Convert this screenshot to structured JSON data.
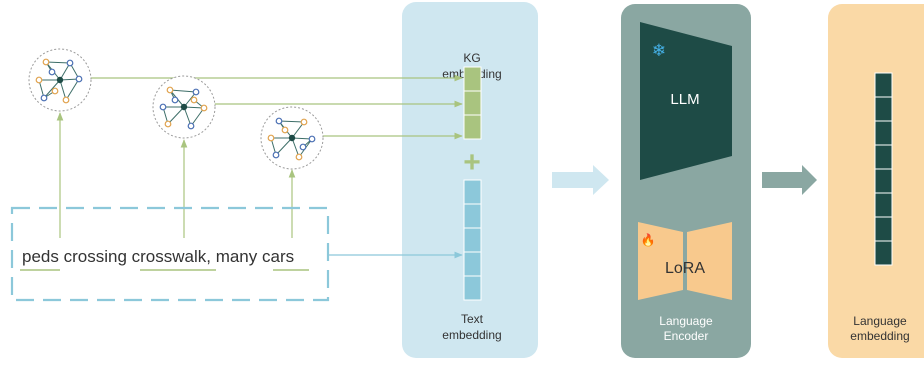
{
  "kg_panel": {
    "title_line1": "KG",
    "title_line2": "embedding",
    "bottom_line1": "Text",
    "bottom_line2": "embedding"
  },
  "plus_symbol": "+",
  "input_text": {
    "word1": "peds",
    "seg1": " crossing ",
    "word2": "crosswalk",
    "seg2": ", many ",
    "word3": "cars"
  },
  "encoder": {
    "llm_label": "LLM",
    "lora_label": "LoRA",
    "caption_line1": "Language",
    "caption_line2": "Encoder",
    "frozen_icon": "snowflake-icon",
    "trainable_icon": "flame-icon"
  },
  "output": {
    "caption_line1": "Language",
    "caption_line2": "embedding"
  },
  "colors": {
    "kg_panel_bg": "#cfe7f0",
    "kg_cell": "#a9c47f",
    "text_cell": "#8cc8da",
    "encoder_bg": "#8aa7a2",
    "llm_fill": "#1e4b46",
    "lora_fill": "#f8c98d",
    "output_bg": "#fad9a6",
    "output_cell": "#1e4b46",
    "graph_line": "#a9c47f",
    "text_line": "#8cc8da",
    "dashed_box": "#8cc8da"
  }
}
